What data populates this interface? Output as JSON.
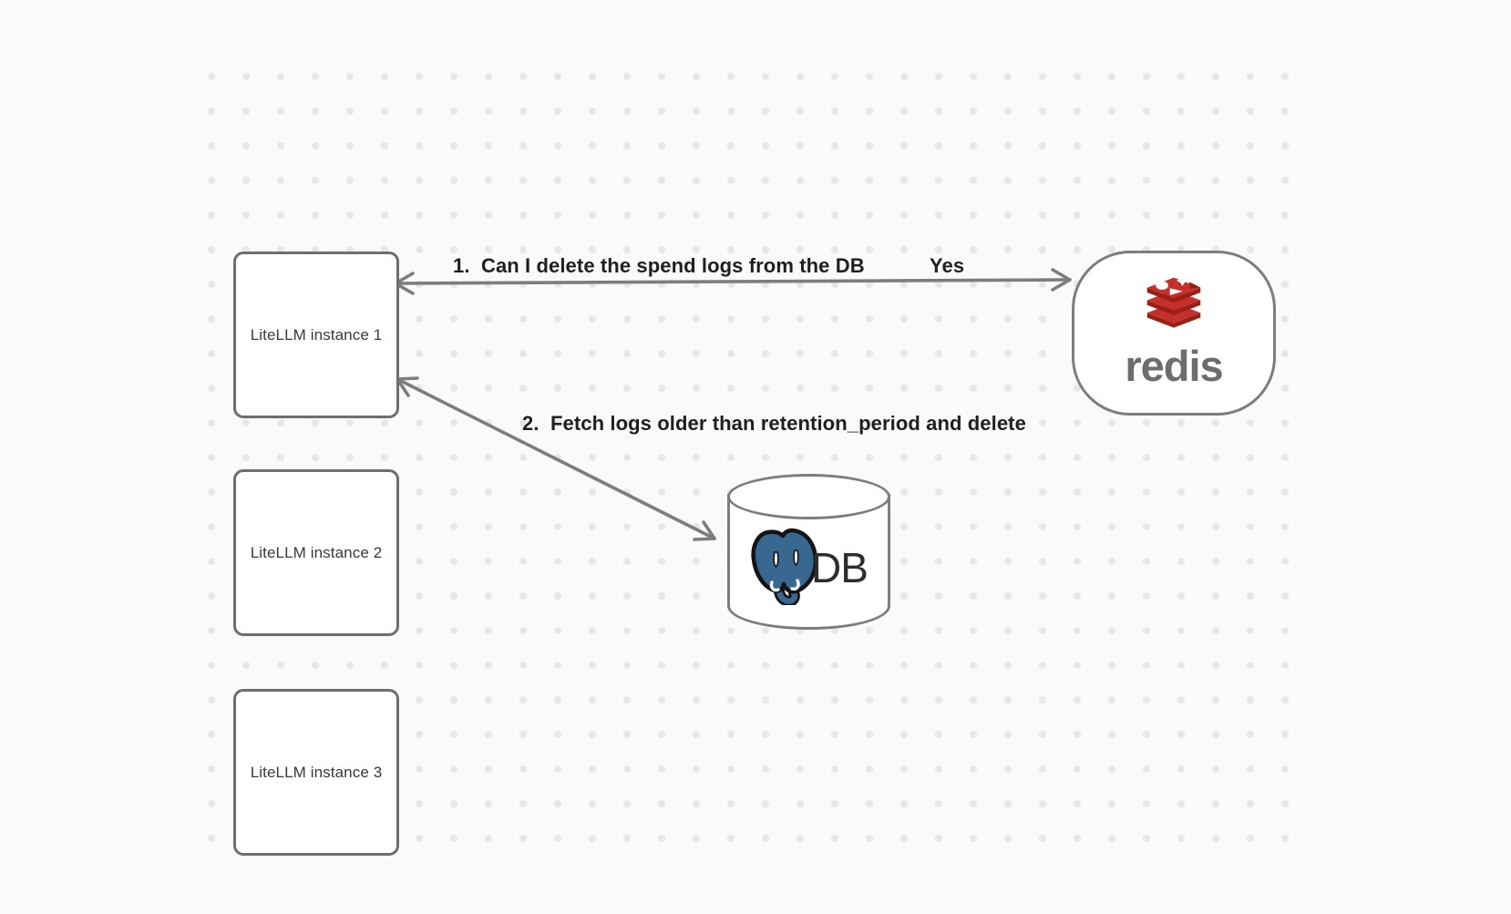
{
  "canvas": {
    "background_color": "#fafafa",
    "dot_color": "#e7e7e7"
  },
  "nodes": {
    "instance1": {
      "label": "LiteLLM instance 1"
    },
    "instance2": {
      "label": "LiteLLM instance 2"
    },
    "instance3": {
      "label": "LiteLLM instance 3"
    },
    "redis": {
      "label": "redis"
    },
    "db": {
      "label": "DB"
    }
  },
  "arrows": {
    "arrow1": {
      "label": "1.  Can I delete the spend logs from the DB",
      "response": "Yes",
      "from": "redis",
      "to": "instance1"
    },
    "arrow2": {
      "label": "2.  Fetch logs older than retention_period and delete",
      "from": "instance1",
      "to": "db"
    }
  },
  "icons": {
    "redis_logo": "redis-stacked-cushions-logo",
    "postgres_logo": "postgresql-elephant-logo"
  },
  "colors": {
    "redis_red": "#C6302B",
    "redis_dark_red": "#9A1F15",
    "postgres_blue": "#38678f",
    "arrow_gray": "#7d7d7d",
    "box_border_gray": "#6e6e6e",
    "label_text": "#1f1f1f"
  }
}
